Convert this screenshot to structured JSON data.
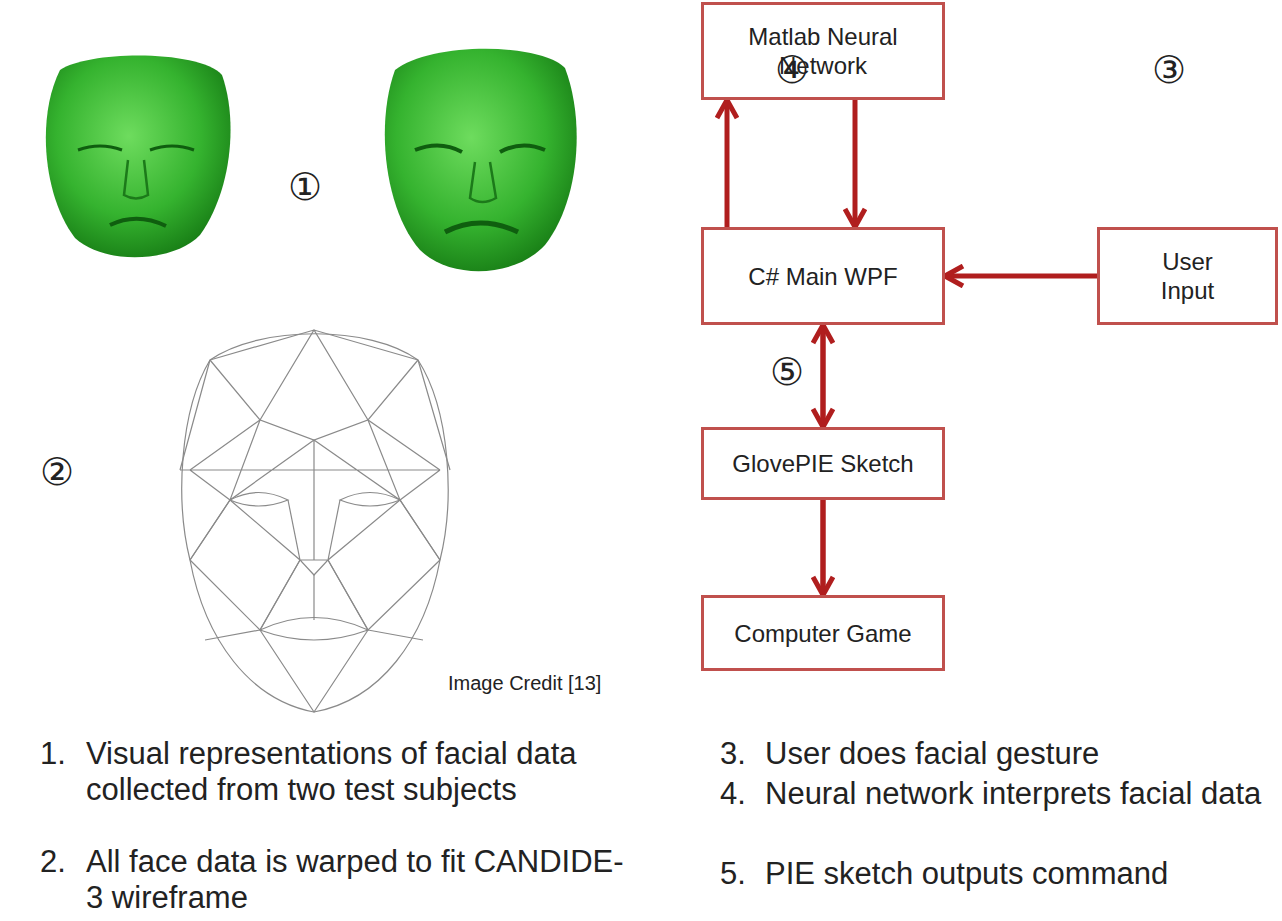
{
  "diagram": {
    "nodes": [
      {
        "text": [
          "Matlab Neural Network"
        ]
      },
      {
        "text": [
          "C# Main WPF"
        ]
      },
      {
        "text": [
          "User Input"
        ]
      },
      {
        "text": [
          "GlovePIE Sketch"
        ]
      },
      {
        "text": [
          "Computer Game"
        ]
      }
    ],
    "edges": [
      {
        "from": 1,
        "to": 0,
        "arrow": "to"
      },
      {
        "from": 0,
        "to": 1,
        "arrow": "to"
      },
      {
        "from": 2,
        "to": 1,
        "arrow": "to"
      },
      {
        "from": 1,
        "to": 3,
        "arrow": "to"
      },
      {
        "from": 3,
        "to": 4,
        "arrow": "to"
      },
      {
        "from": 4,
        "to": 2,
        "arrow": "to"
      }
    ],
    "labels": [
      "①",
      "②",
      "Image Credit [13]",
      "1.",
      "Visual representations of facial data collected from two test subjects",
      "2.",
      "All face data is warped to fit CANDIDE-3 wireframe",
      "④",
      "③",
      "⑤",
      "3.",
      "User does facial gesture",
      "4.",
      "Neural network interprets facial data",
      "5.",
      "PIE sketch outputs command"
    ]
  }
}
